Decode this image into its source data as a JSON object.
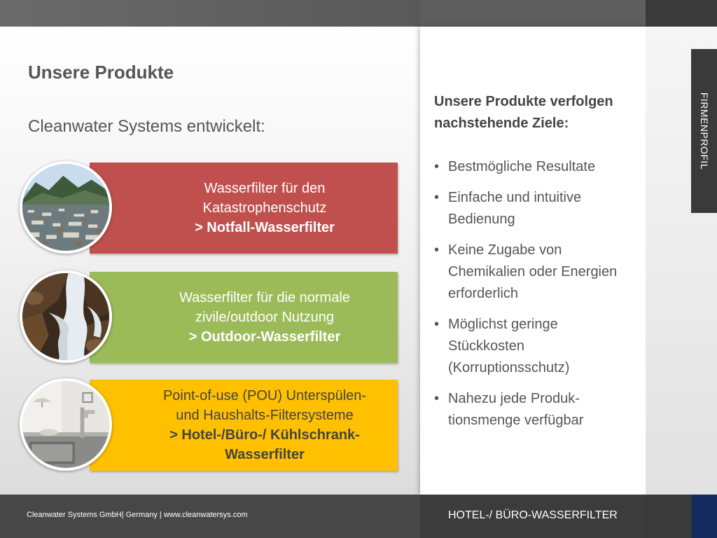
{
  "slide": {
    "title": "Unsere Produkte",
    "subtitle": "Cleanwater Systems entwickelt:"
  },
  "products": [
    {
      "line1": "Wasserfilter für den",
      "line2": "Katastrophenschutz",
      "highlight1": "> Notfall-Wasserfilter",
      "highlight2": "",
      "color": "#c0504d",
      "image": "polluted-water-photo"
    },
    {
      "line1": "Wasserfilter für die normale",
      "line2": "zivile/outdoor Nutzung",
      "highlight1": "> Outdoor-Wasserfilter",
      "highlight2": "",
      "color": "#9bbb59",
      "image": "mountain-stream-photo"
    },
    {
      "line1": "Point-of-use (POU) Unterspülen-",
      "line2": "und Haushalts-Filtersysteme",
      "highlight1": "> Hotel-/Büro-/ Kühlschrank-",
      "highlight2": "Wasserfilter",
      "color": "#ffc000",
      "image": "kitchen-faucet-photo"
    }
  ],
  "goals": {
    "heading": "Unsere Produkte verfolgen nachstehende Ziele:",
    "bullet": "•",
    "items": [
      "Bestmögliche Resultate",
      "Einfache und intuitive Bedienung",
      "Keine Zugabe von Chemikalien oder Energien erforderlich",
      "Möglichst geringe Stückkosten (Korruptionsschutz)",
      "Nahezu jede Produk-tionsmenge verfügbar"
    ]
  },
  "side_tab": {
    "label": "FIRMENPROFIL"
  },
  "footer": {
    "left": "Cleanwater Systems GmbH| Germany | www.cleanwatersys.com",
    "right": "HOTEL-/ BÜRO-WASSERFILTER"
  },
  "colors": {
    "accent_red": "#c0504d",
    "accent_green": "#9bbb59",
    "accent_yellow": "#ffc000",
    "footer_navy": "#132b5e",
    "text_gray": "#555555"
  }
}
